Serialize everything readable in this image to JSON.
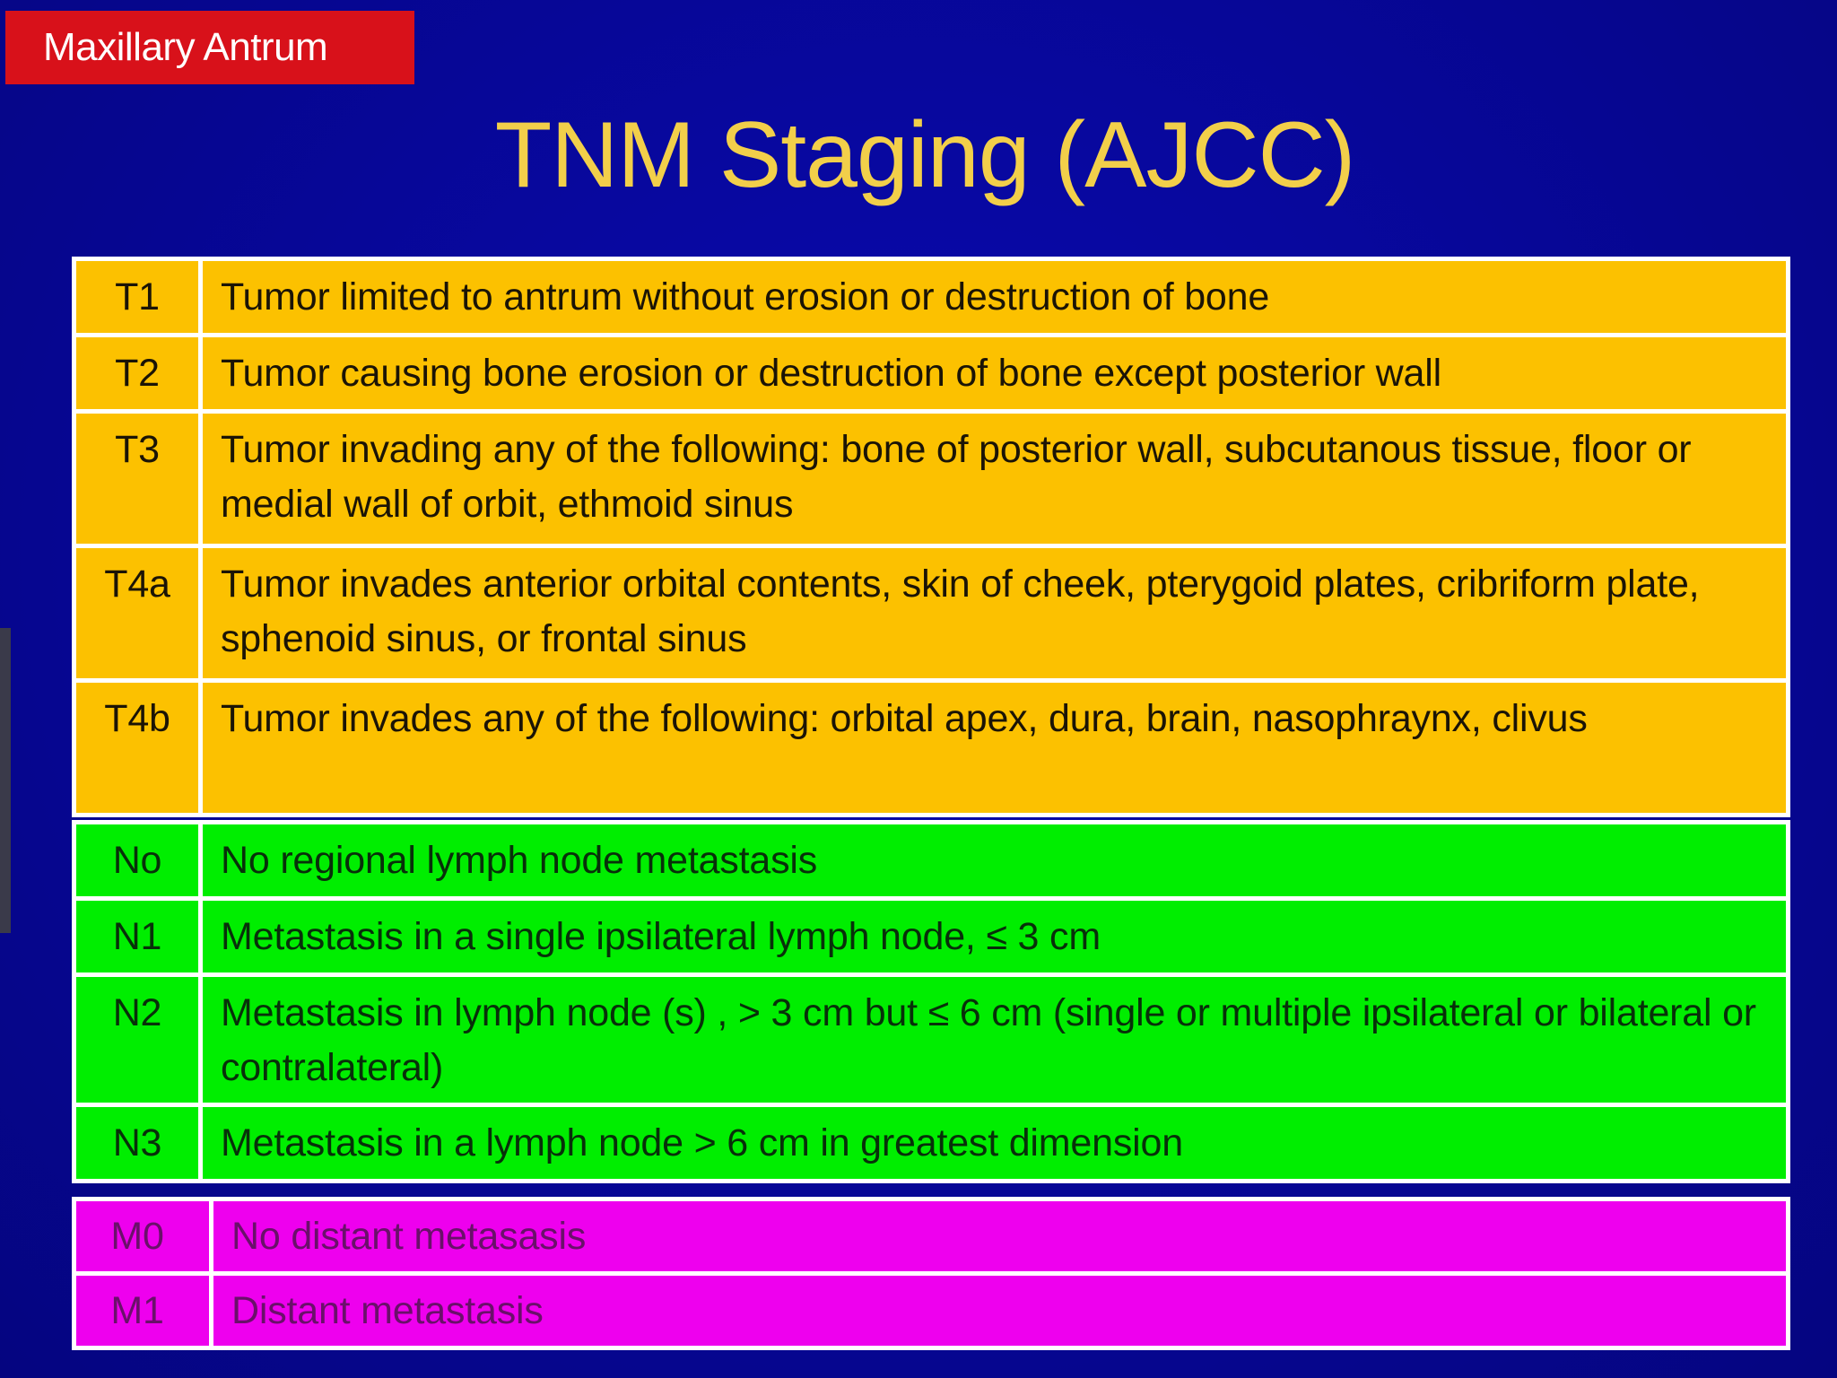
{
  "tag": "Maxillary Antrum",
  "title": "TNM Staging (AJCC)",
  "colors": {
    "background": "#07079a",
    "tag": "#d8111a",
    "title": "#f2cf4a",
    "t_rows": "#fcc100",
    "n_rows": "#00ee00",
    "m_rows": "#ee00ee"
  },
  "t_stages": [
    {
      "code": "T1",
      "desc": "Tumor limited to antrum without erosion or destruction of bone"
    },
    {
      "code": "T2",
      "desc": "Tumor causing bone erosion or destruction of bone except posterior wall"
    },
    {
      "code": "T3",
      "desc": "Tumor invading any of the following: bone of posterior wall, subcutanous tissue, floor or medial wall of orbit, ethmoid sinus"
    },
    {
      "code": "T4a",
      "desc": "Tumor invades anterior orbital contents, skin of cheek, pterygoid plates, cribriform plate, sphenoid sinus, or frontal sinus"
    },
    {
      "code": "T4b",
      "desc": "Tumor invades any of the following: orbital apex, dura, brain, nasophraynx, clivus"
    }
  ],
  "n_stages": [
    {
      "code": "No",
      "desc": "No regional lymph node metastasis"
    },
    {
      "code": "N1",
      "desc": "Metastasis in a single ipsilateral lymph node, ≤ 3 cm"
    },
    {
      "code": "N2",
      "desc": "Metastasis in lymph node (s) , > 3  cm but ≤ 6 cm (single or multiple ipsilateral or bilateral or contralateral)"
    },
    {
      "code": "N3",
      "desc": "Metastasis in  a lymph node > 6 cm in greatest dimension"
    }
  ],
  "m_stages": [
    {
      "code": "M0",
      "desc": "No distant metasasis"
    },
    {
      "code": "M1",
      "desc": "Distant metastasis"
    }
  ]
}
